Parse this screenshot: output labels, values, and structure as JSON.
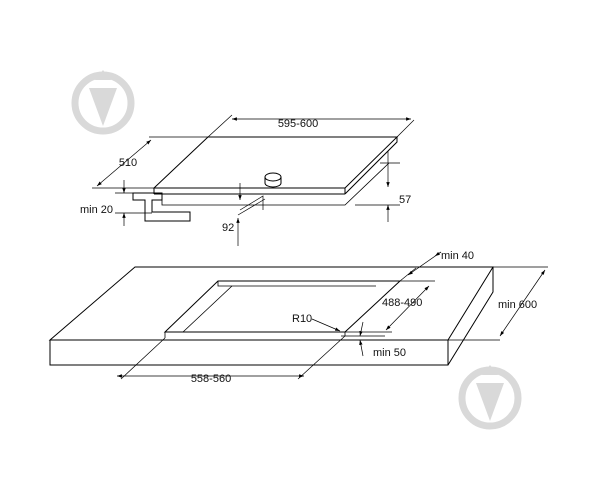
{
  "dimensions": {
    "hob_width": "595-600",
    "hob_depth": "510",
    "hob_height": "57",
    "connection_offset": "92",
    "bracket_clearance": "min 20",
    "cutout_back_margin": "min 40",
    "cutout_depth": "488-490",
    "corner_radius": "R10",
    "cutout_front_margin": "min 50",
    "cutout_width": "558-560",
    "worktop_depth": "min 600"
  },
  "watermark": {
    "icon": "diamond-drop-logo"
  }
}
